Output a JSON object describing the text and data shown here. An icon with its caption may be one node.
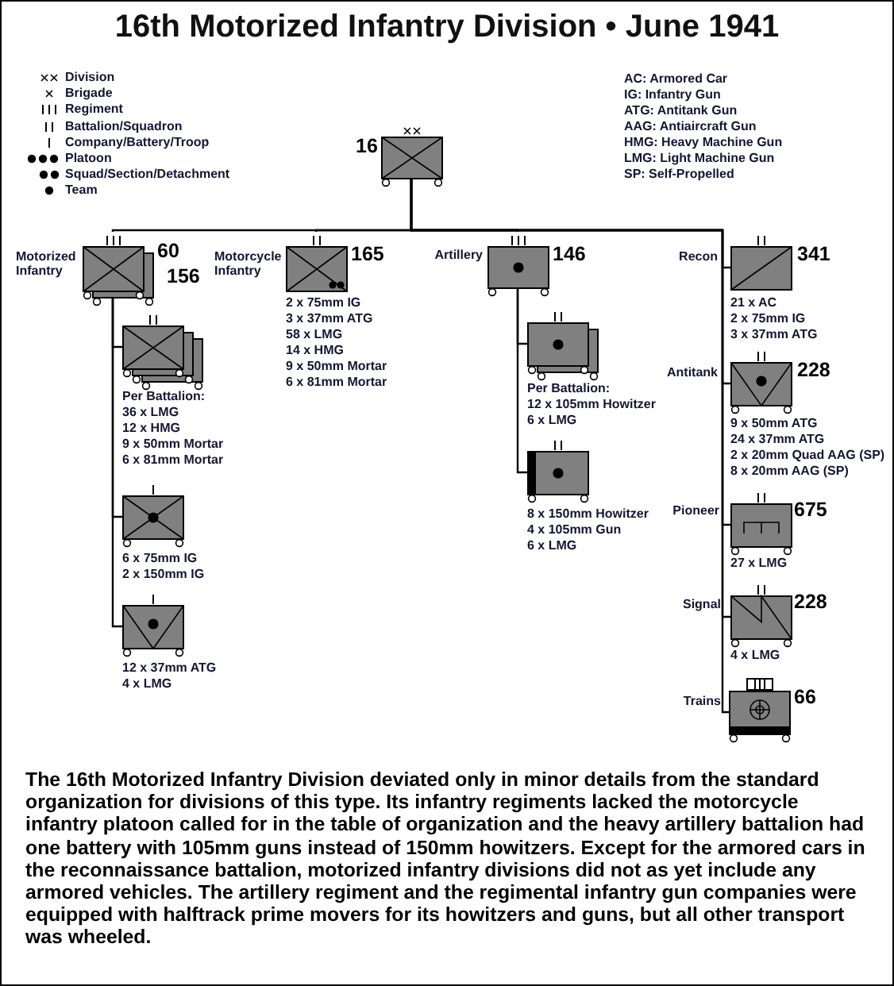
{
  "diagram": {
    "title": "16th Motorized Infantry Division • June 1941",
    "caption": "The 16th Motorized Infantry Division deviated only in minor details from the standard organization for divisions of this type. Its infantry regiments lacked the motorcycle infantry platoon called for in the table of organization and the heavy artillery battalion had one battery with 105mm guns instead of 150mm howitzers. Except for the armored cars in the reconnaissance battalion, motorized infantry divisions did not as yet include any armored vehicles. The artillery regiment and the regimental infantry gun companies were equipped with halftrack prime movers for its howitzers and guns, but all other transport was wheeled.",
    "nodes": [
      {
        "text": [],
        "shape": "box",
        "beside": [
          "16"
        ]
      },
      {
        "text": [],
        "shape": "box",
        "beside": [
          "Motorized Infantry",
          "60",
          "156"
        ]
      },
      {
        "text": [],
        "shape": "box",
        "beside": [
          "Per Battalion:",
          "36 x LMG",
          "12 x HMG",
          "9 x 50mm Mortar",
          "6 x 81mm Mortar"
        ]
      },
      {
        "text": [],
        "shape": "box",
        "beside": [
          "6 x 75mm IG",
          "2 x 150mm IG"
        ]
      },
      {
        "text": [],
        "shape": "box",
        "beside": [
          "12 x 37mm ATG",
          "4 x LMG"
        ]
      },
      {
        "text": [],
        "shape": "box",
        "beside": [
          "Motorcycle Infantry",
          "165",
          "2 x 75mm IG",
          "3 x 37mm ATG",
          "58 x LMG",
          "14 x HMG",
          "9 x 50mm Mortar",
          "6 x 81mm Mortar"
        ]
      },
      {
        "text": [],
        "shape": "box",
        "beside": [
          "Artillery",
          "146"
        ]
      },
      {
        "text": [],
        "shape": "box",
        "beside": [
          "Per Battalion:",
          "12 x 105mm Howitzer",
          "6 x LMG"
        ]
      },
      {
        "text": [],
        "shape": "box",
        "beside": [
          "8 x 150mm Howitzer",
          "4 x 105mm Gun",
          "6 x LMG"
        ]
      },
      {
        "text": [],
        "shape": "box",
        "beside": [
          "Recon",
          "341",
          "21 x AC",
          "2 x 75mm IG",
          "3 x 37mm ATG"
        ]
      },
      {
        "text": [],
        "shape": "box",
        "beside": [
          "Antitank",
          "228",
          "9 x 50mm ATG",
          "24 x 37mm ATG",
          "2 x 20mm Quad AAG (SP)",
          "8 x 20mm AAG (SP)"
        ]
      },
      {
        "text": [],
        "shape": "box",
        "beside": [
          "Pioneer",
          "675",
          "27 x LMG"
        ]
      },
      {
        "text": [],
        "shape": "box",
        "beside": [
          "Signal",
          "228",
          "4 x LMG"
        ]
      },
      {
        "text": [],
        "shape": "box",
        "beside": [
          "Trains",
          "66"
        ]
      }
    ],
    "edges": [
      {
        "from": 0,
        "to": 1,
        "arrow": "none"
      },
      {
        "from": 0,
        "to": 5,
        "arrow": "none"
      },
      {
        "from": 0,
        "to": 6,
        "arrow": "none"
      },
      {
        "from": 0,
        "to": 9,
        "arrow": "none"
      },
      {
        "from": 0,
        "to": 10,
        "arrow": "none"
      },
      {
        "from": 0,
        "to": 11,
        "arrow": "none"
      },
      {
        "from": 0,
        "to": 12,
        "arrow": "none"
      },
      {
        "from": 0,
        "to": 13,
        "arrow": "none"
      },
      {
        "from": 1,
        "to": 2,
        "arrow": "none"
      },
      {
        "from": 1,
        "to": 3,
        "arrow": "none"
      },
      {
        "from": 1,
        "to": 4,
        "arrow": "none"
      },
      {
        "from": 6,
        "to": 7,
        "arrow": "none"
      },
      {
        "from": 6,
        "to": 8,
        "arrow": "none"
      }
    ],
    "labels": [
      "AC: Armored Car",
      "IG: Infantry Gun",
      "ATG: Antitank Gun",
      "AAG: Antiaircraft Gun",
      "HMG: Heavy Machine Gun",
      "LMG: Light Machine Gun",
      "SP: Self-Propelled"
    ],
    "legend": [
      {
        "text": "Division"
      },
      {
        "text": "Brigade"
      },
      {
        "text": "Regiment"
      },
      {
        "text": "Battalion/Squadron"
      },
      {
        "text": "Company/Battery/Troop"
      },
      {
        "text": "Platoon"
      },
      {
        "text": "Squad/Section/Detachment"
      },
      {
        "text": "Team"
      }
    ]
  }
}
